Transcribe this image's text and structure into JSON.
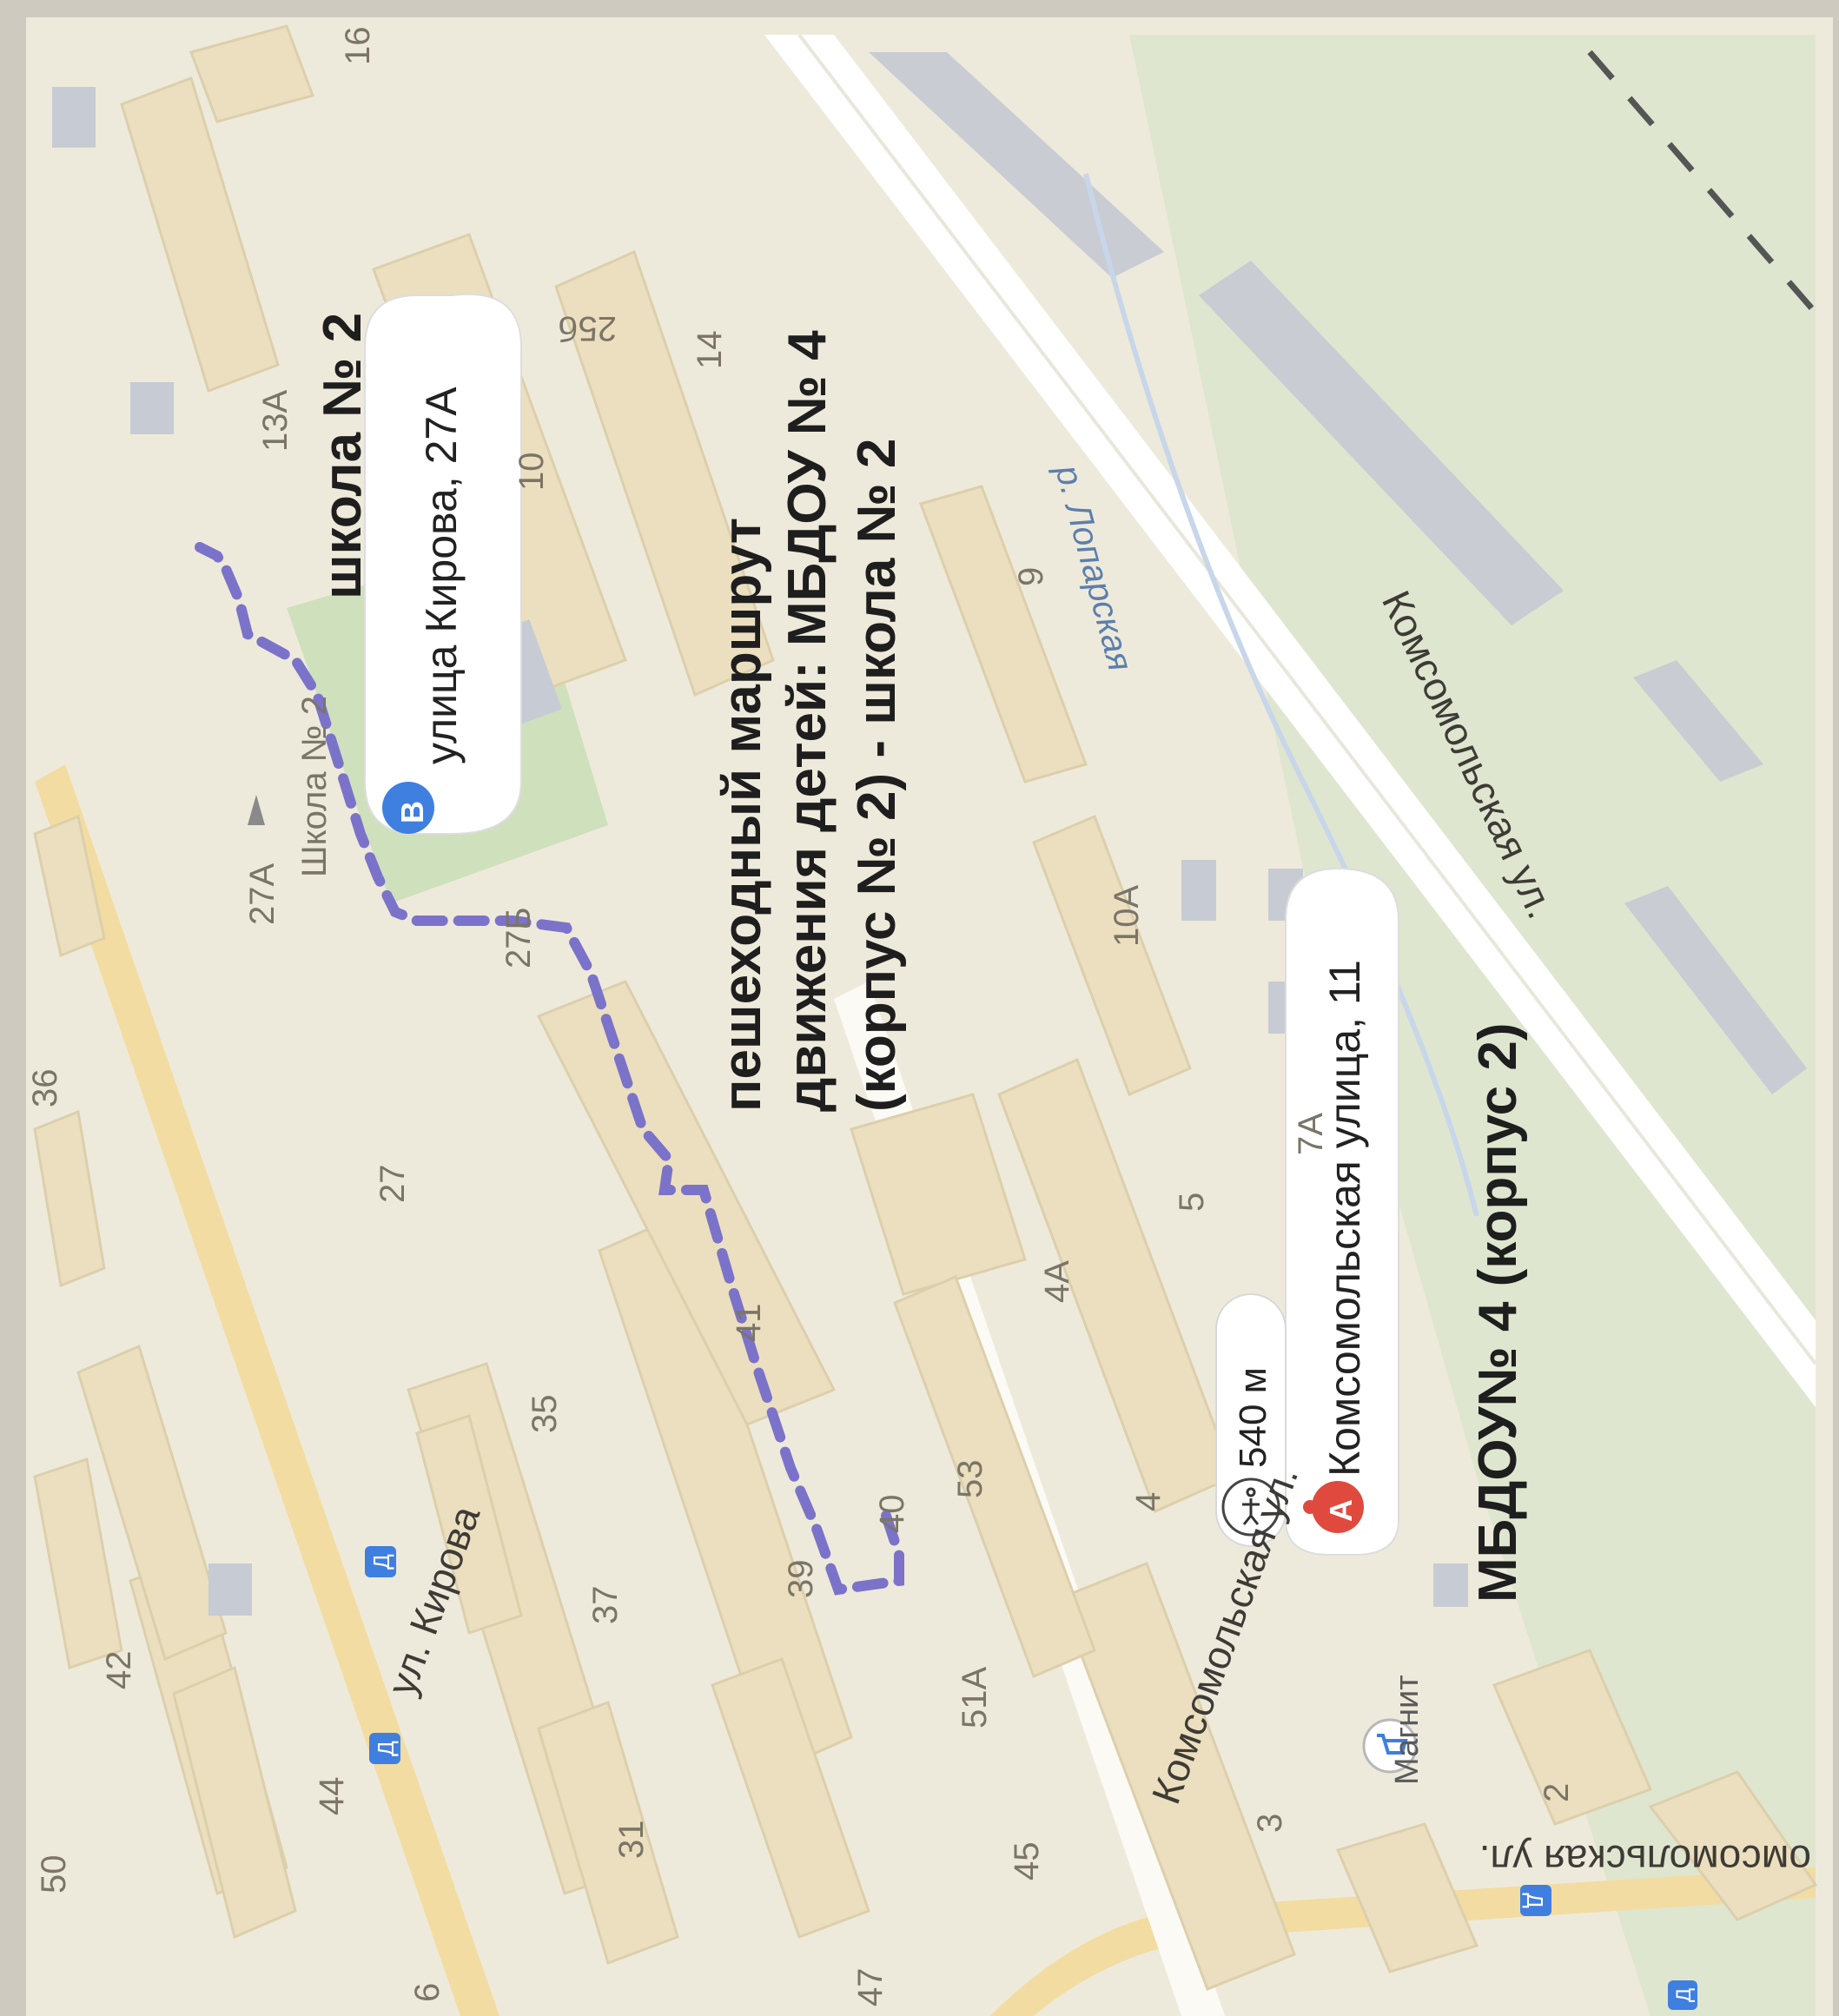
{
  "route": {
    "title_line1": "пешеходный маршрут",
    "title_line2": "движения детей: МБДОУ № 4",
    "title_line3": "(корпус № 2) - школа № 2",
    "distance": "540 м",
    "color": "#7b73c9"
  },
  "point_a": {
    "letter": "А",
    "address": "Комсомольская улица, 11",
    "color": "#e04a3e"
  },
  "point_b": {
    "letter": "В",
    "address": "улица Кирова, 27А",
    "color": "#3f7fe0"
  },
  "labels": {
    "school": "школа № 2",
    "kindergarten": "МБДОУ№ 4 (корпус 2)",
    "school_small": "Школа № 2",
    "shop": "Магнит"
  },
  "streets": {
    "kirova": "ул. Кирова",
    "komsomolskaya_1": "Комсомольская ул.",
    "komsomolskaya_2": "Комсомольская ул.",
    "komsomolskaya_3": "омсомольская ул.",
    "river": "р. Лопарская"
  },
  "house_numbers": {
    "n50": "50",
    "n44": "44",
    "n42": "42",
    "n40": "40",
    "n6": "6",
    "n47": "47",
    "n45": "45",
    "n31": "31",
    "n37": "37",
    "n39": "39",
    "n35": "35",
    "n41": "41",
    "n36": "36",
    "n27": "27",
    "n27a": "27А",
    "n27b": "27Б",
    "n13a": "13А",
    "n10": "10",
    "n14": "14",
    "n16": "16",
    "n25b": "25б",
    "n9": "9",
    "n10a": "10А",
    "n5": "5",
    "n4a": "4А",
    "n4": "4",
    "n53": "53",
    "n51a": "51А",
    "n3": "3",
    "n2": "2",
    "n7a": "7А"
  },
  "bus_stop_glyph": "Д"
}
